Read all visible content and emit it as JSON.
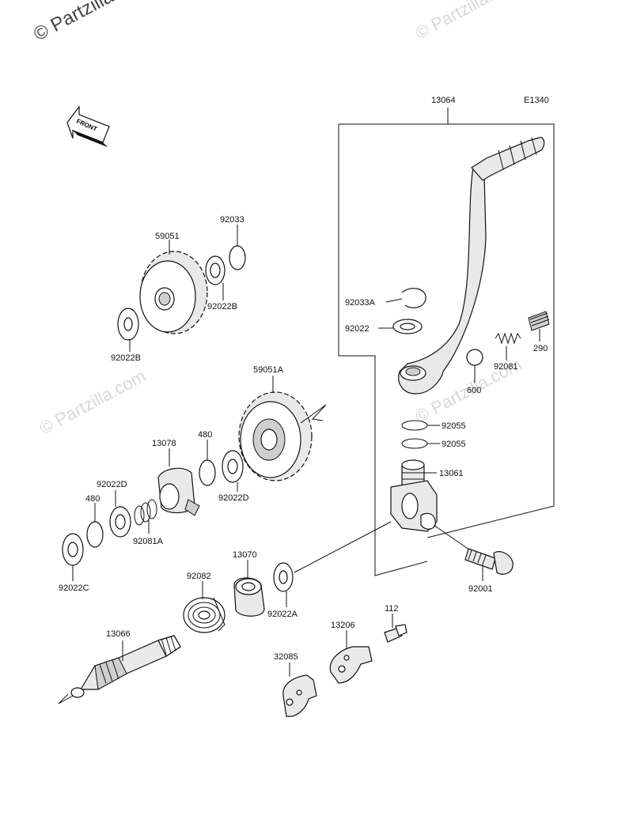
{
  "watermark": {
    "top_left": "© Partzilla",
    "repeated": "© Partzilla.com"
  },
  "diagram_code": "E1340",
  "front_arrow": "FRONT",
  "labels": {
    "p13064": "13064",
    "p92033": "92033",
    "p59051": "59051",
    "p92022b_1": "92022B",
    "p92022b_2": "92022B",
    "p92033a": "92033A",
    "p92022": "92022",
    "p92081": "92081",
    "p290": "290",
    "p600": "600",
    "p59051a": "59051A",
    "p13078": "13078",
    "p480_1": "480",
    "p92022d_1": "92022D",
    "p92022d_2": "92022D",
    "p480_2": "480",
    "p92081a": "92081A",
    "p92022c": "92022C",
    "p92055_1": "92055",
    "p92055_2": "92055",
    "p13061": "13061",
    "p92001": "92001",
    "p13070": "13070",
    "p92082": "92082",
    "p92022a": "92022A",
    "p112": "112",
    "p13206": "13206",
    "p32085": "32085",
    "p13066": "13066"
  },
  "icons": [
    "front-arrow-icon",
    "gear-icon",
    "washer-icon",
    "spring-icon",
    "bolt-icon"
  ]
}
